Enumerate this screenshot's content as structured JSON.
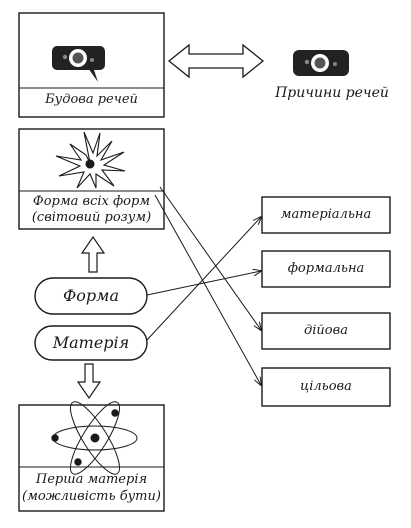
{
  "diagram": {
    "structure_of_things": {
      "label": "Будова речей"
    },
    "causes_of_things": {
      "label": "Причини речей"
    },
    "form_of_all_forms": {
      "label_line1": "Форма всіх форм",
      "label_line2": "(світовий розум)"
    },
    "form": {
      "label": "Форма"
    },
    "matter": {
      "label": "Матерія"
    },
    "first_matter": {
      "label_line1": "Перша матерія",
      "label_line2": "(можливість бути)"
    },
    "causes": [
      {
        "label": "матеріальна"
      },
      {
        "label": "формальна"
      },
      {
        "label": "дійова"
      },
      {
        "label": "цільова"
      }
    ]
  },
  "colors": {
    "ink": "#1a1a1a",
    "background": "#ffffff",
    "icon_fill": "#222222"
  }
}
